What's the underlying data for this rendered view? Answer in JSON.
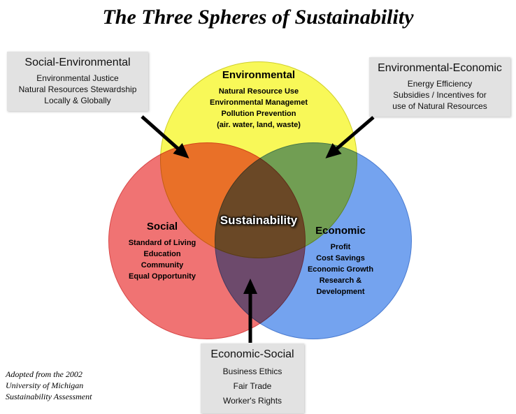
{
  "title": "The Three Spheres of Sustainability",
  "center_label": "Sustainability",
  "circles": {
    "environmental": {
      "label": "Environmental",
      "items": [
        "Natural Resource Use",
        "Environmental Managemet",
        "Pollution Prevention",
        "(air. water, land, waste)"
      ]
    },
    "social": {
      "label": "Social",
      "items": [
        "Standard of Living",
        "Education",
        "Community",
        "Equal Opportunity"
      ]
    },
    "economic": {
      "label": "Economic",
      "items": [
        "Profit",
        "Cost Savings",
        "Economic Growth",
        "Research &",
        "Development"
      ]
    }
  },
  "callouts": {
    "social_environmental": {
      "title": "Social-Environmental",
      "items": [
        "Environmental Justice",
        "Natural Resources Stewardship",
        "Locally & Globally"
      ]
    },
    "environmental_economic": {
      "title": "Environmental-Economic",
      "items": [
        "Energy Efficiency",
        "Subsidies / Incentives for",
        "use of Natural Resources"
      ]
    },
    "economic_social": {
      "title": "Economic-Social",
      "items": [
        "Business Ethics",
        "Fair Trade",
        "Worker's Rights"
      ]
    }
  },
  "attribution": [
    "Adopted from the 2002",
    "University of Michigan",
    "Sustainability Assessment"
  ],
  "colors": {
    "environmental": "#f8f858",
    "social": "#f07373",
    "economic": "#74a3ef",
    "overlap_social_environmental": "#e96d27",
    "overlap_environmental_economic": "#6d9c52",
    "overlap_economic_social": "#694669",
    "overlap_center": "#664424",
    "callout_background": "#e2e2e2"
  }
}
